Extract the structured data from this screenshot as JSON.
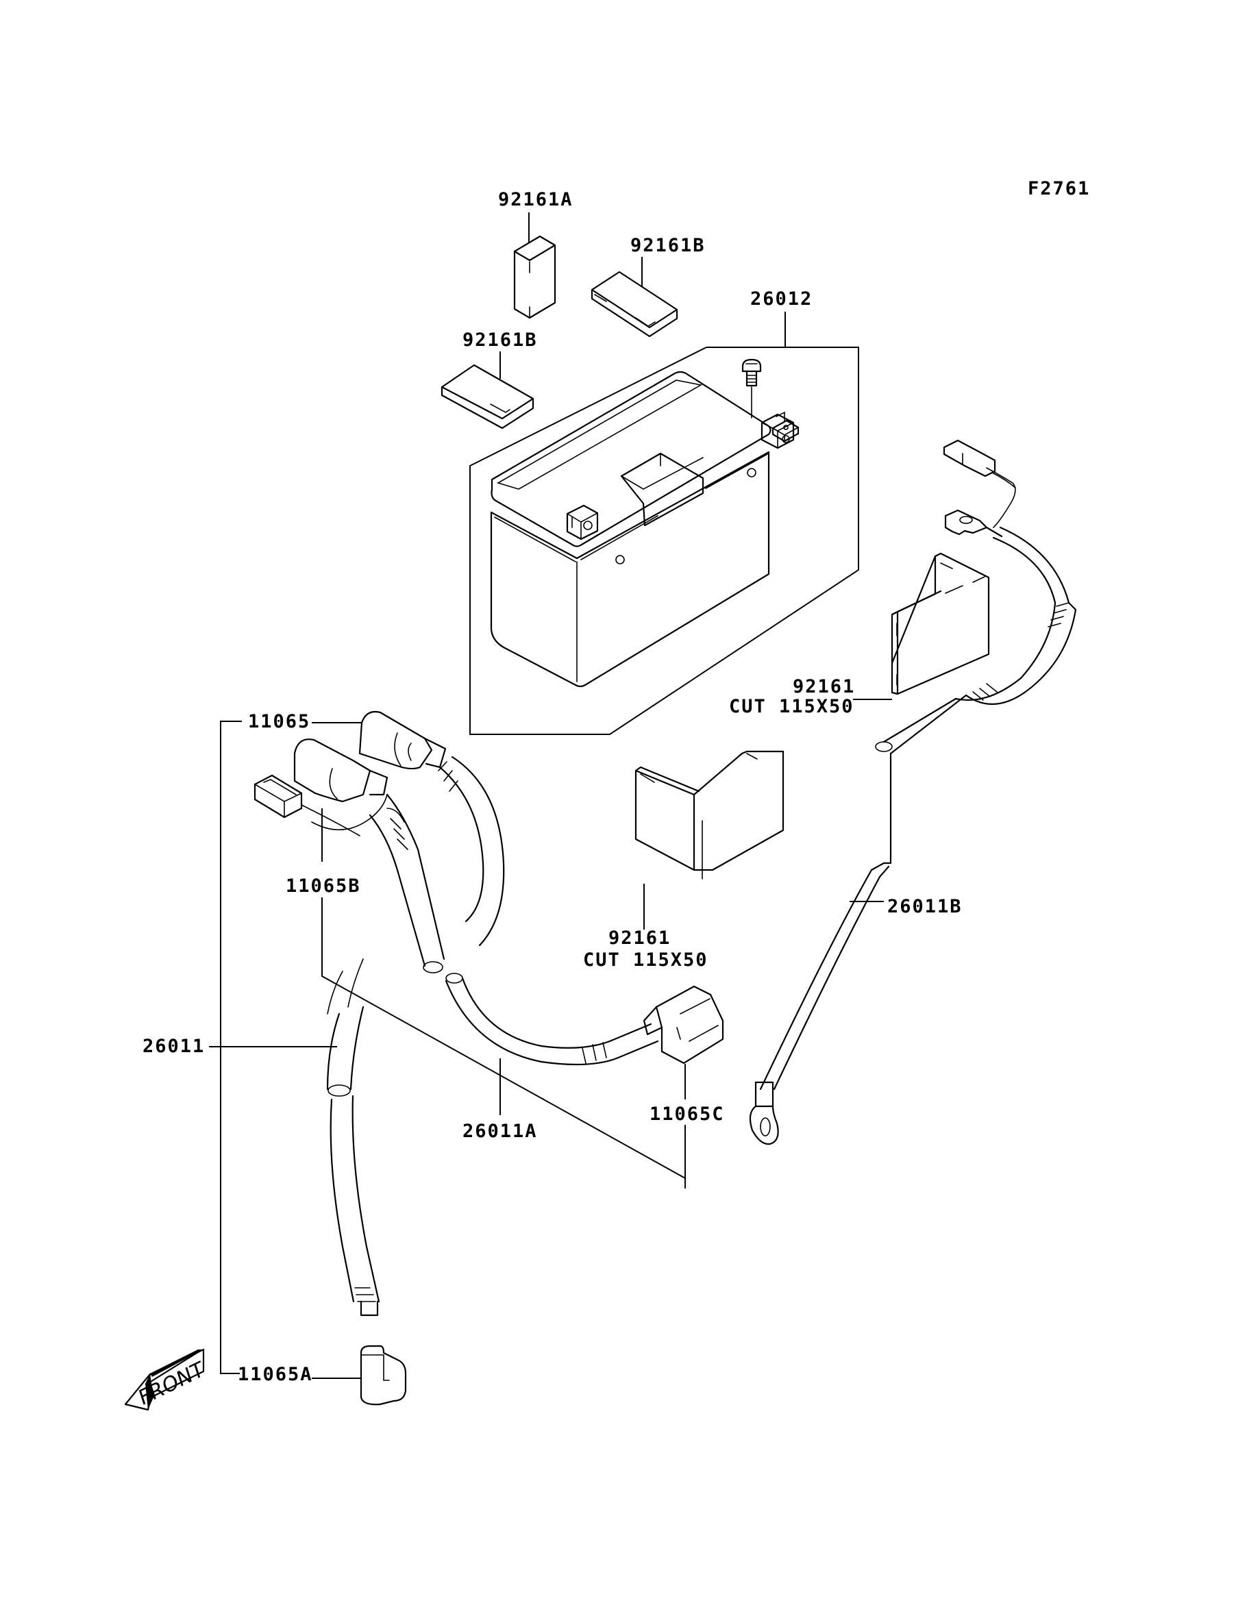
{
  "diagram": {
    "figure_code": "F2761",
    "direction_indicator": "FRONT",
    "parts": [
      {
        "id": "92161A",
        "label": "92161A",
        "description": "battery spacer pad (block)"
      },
      {
        "id": "92161B-top",
        "label": "92161B",
        "description": "battery spacer pad (flat)"
      },
      {
        "id": "92161B-left",
        "label": "92161B",
        "description": "battery spacer pad (flat)"
      },
      {
        "id": "26012",
        "label": "26012",
        "description": "battery assembly"
      },
      {
        "id": "92161-right",
        "label": "92161",
        "sublabel": "CUT 115X50",
        "description": "cut pad, bent"
      },
      {
        "id": "92161-center",
        "label": "92161",
        "sublabel": "CUT 115X50",
        "description": "cut pad, bent"
      },
      {
        "id": "11065",
        "label": "11065",
        "description": "terminal cap"
      },
      {
        "id": "11065B",
        "label": "11065B",
        "description": "terminal cap"
      },
      {
        "id": "26011",
        "label": "26011",
        "description": "battery lead assembly"
      },
      {
        "id": "26011A",
        "label": "26011A",
        "description": "battery lead"
      },
      {
        "id": "11065C",
        "label": "11065C",
        "description": "terminal cap"
      },
      {
        "id": "26011B",
        "label": "26011B",
        "description": "ground lead with ring terminal"
      },
      {
        "id": "11065A",
        "label": "11065A",
        "description": "terminal cap"
      }
    ]
  }
}
